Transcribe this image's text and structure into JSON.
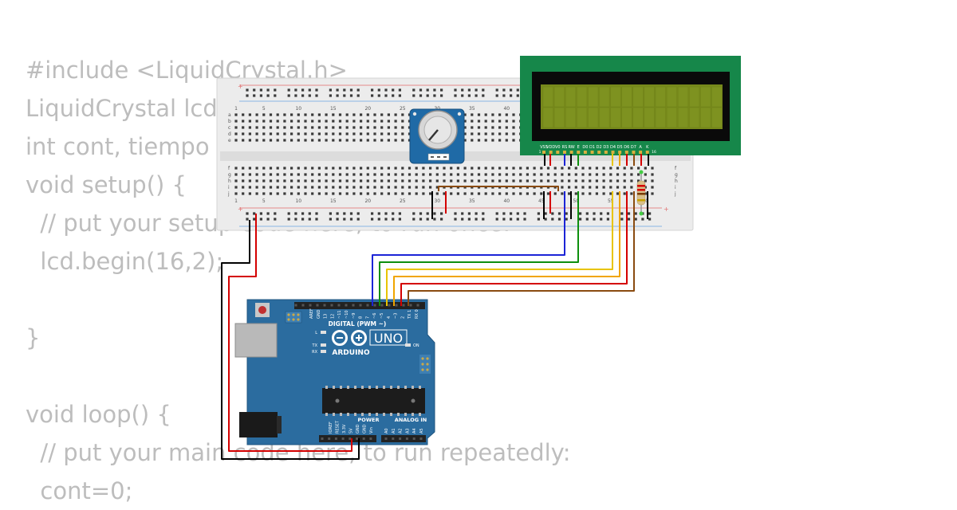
{
  "code": {
    "lines": [
      "#include <LiquidCrystal.h>",
      "LiquidCrystal lcd",
      "int cont, tiempo",
      "void setup() {",
      "  // put your setup code here, to run once:",
      "  lcd.begin(16,2);",
      "",
      "}",
      "",
      "void loop() {",
      "  // put your main code here, to run repeatedly:",
      "  cont=0;"
    ]
  },
  "breadboard": {
    "column_numbers": [
      "1",
      "5",
      "10",
      "15",
      "20",
      "25",
      "30",
      "35",
      "40",
      "45",
      "50",
      "55",
      "60"
    ],
    "row_letters_top": [
      "a",
      "b",
      "c",
      "d",
      "e"
    ],
    "row_letters_bottom": [
      "f",
      "g",
      "h",
      "i",
      "j"
    ]
  },
  "lcd": {
    "pins": [
      "VSS",
      "VDD",
      "V0",
      "RS",
      "RW",
      "E",
      "D0",
      "D1",
      "D2",
      "D3",
      "D4",
      "D5",
      "D6",
      "D7",
      "A",
      "K"
    ],
    "pin_number_first": "1",
    "pin_number_last": "16"
  },
  "arduino": {
    "brand": "ARDUINO",
    "model": "UNO",
    "digital_label": "DIGITAL (PWM ~)",
    "power_label": "POWER",
    "analog_label": "ANALOG IN",
    "on_label": "ON",
    "l_label": "L",
    "tx_label": "TX",
    "rx_label": "RX",
    "digital_pins": [
      "AREF",
      "GND",
      "13",
      "12",
      "~11",
      "~10",
      "~9",
      "8",
      "7",
      "~6",
      "~5",
      "4",
      "~3",
      "2",
      "TX 1",
      "RX 0"
    ],
    "power_pins": [
      "IOREF",
      "RESET",
      "3.3V",
      "5V",
      "GND",
      "GND",
      "Vin"
    ],
    "analog_pins": [
      "A0",
      "A1",
      "A2",
      "A3",
      "A4",
      "A5"
    ]
  },
  "colors": {
    "code_text": "#bdbdbd",
    "lcd_board": "#16874a",
    "lcd_screen": "#77891b",
    "arduino_board": "#2b6c9f",
    "pot_board": "#1f6aa6",
    "breadboard": "#ececec",
    "wire_black": "#000000",
    "wire_red": "#d40000",
    "wire_blue": "#1c24d6",
    "wire_green": "#0d8f0d",
    "wire_yellow": "#e8c400",
    "wire_orange": "#f0a500",
    "wire_brown": "#8a4b10"
  }
}
